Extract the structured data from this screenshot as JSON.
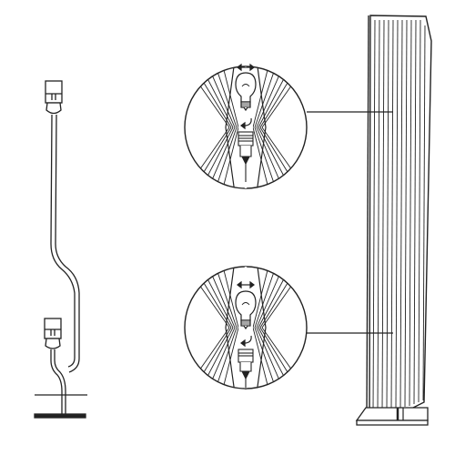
{
  "diagram": {
    "kind": "floor-lamp-assembly-illustration",
    "line_color": "#222222",
    "background_color": "#ffffff",
    "parts": [
      {
        "id": "lamp-frame",
        "icon": "lamp-stand-with-two-sockets"
      },
      {
        "id": "shade-column",
        "icon": "pleated-fabric-column-shade"
      },
      {
        "id": "detail-top",
        "icon": "magnified-upper-socket",
        "steps": [
          "remove-bulb",
          "screw-in",
          "install-bulb"
        ]
      },
      {
        "id": "detail-bottom",
        "icon": "magnified-lower-socket",
        "steps": [
          "remove-bulb",
          "screw-in",
          "install-bulb"
        ]
      }
    ]
  }
}
